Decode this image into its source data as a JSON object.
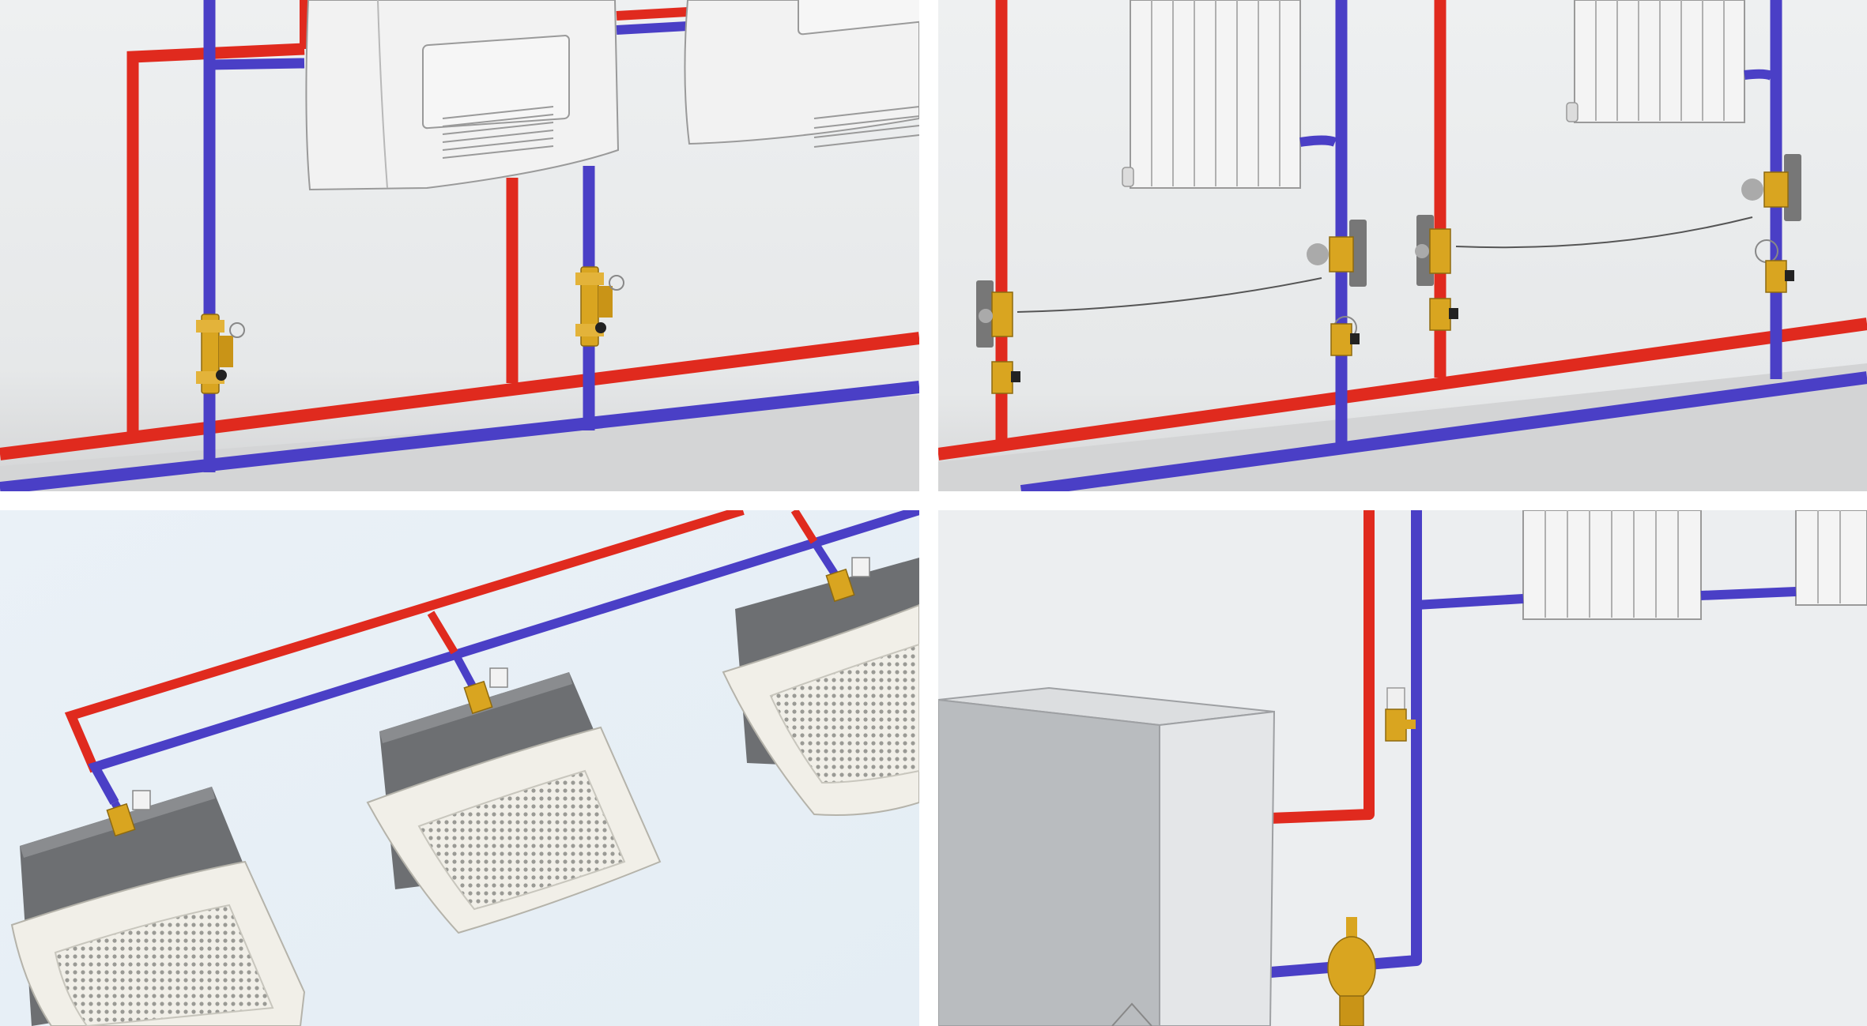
{
  "colors": {
    "supply_pipe": "#e02a1e",
    "return_pipe": "#4a3fc6",
    "valve_brass": "#d9a520",
    "wall": "#eceff1",
    "floor": "#d9dadb",
    "ceiling": "#e9f1f7",
    "unit_white": "#f1f1f1",
    "unit_dark": "#6d6f72",
    "boiler_grey": "#bfc2c5"
  },
  "panels": [
    {
      "id": "fan-coil-wall-units",
      "icons": [
        "fan-coil-unit-icon",
        "balancing-valve-icon"
      ]
    },
    {
      "id": "radiators-with-valves",
      "icons": [
        "radiator-icon",
        "three-way-valve-icon",
        "ball-valve-icon"
      ]
    },
    {
      "id": "ceiling-cassette-units",
      "icons": [
        "cassette-unit-icon",
        "zone-valve-icon"
      ]
    },
    {
      "id": "boiler-with-radiators",
      "icons": [
        "boiler-icon",
        "radiator-icon",
        "dirt-separator-icon"
      ]
    }
  ]
}
